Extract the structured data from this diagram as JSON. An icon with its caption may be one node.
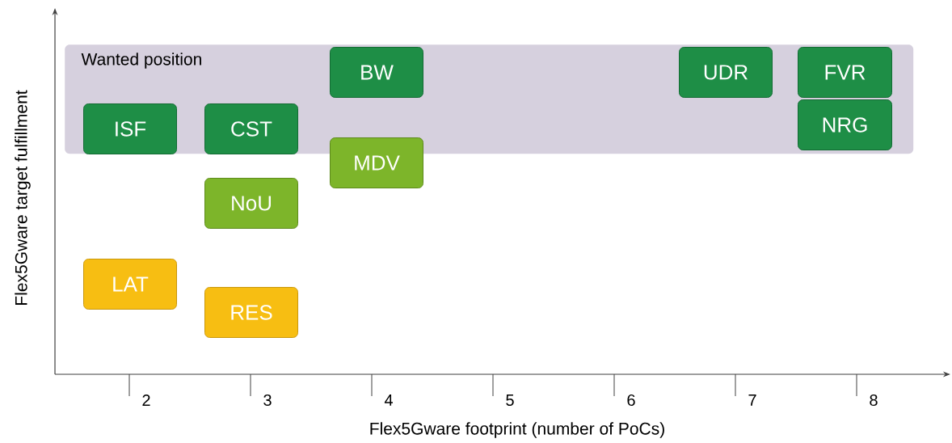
{
  "diagram": {
    "nodes": [
      {
        "text": [
          "Wanted position"
        ]
      },
      {
        "text": [
          "BW"
        ],
        "in": 0
      },
      {
        "text": [
          "UDR"
        ],
        "in": 0
      },
      {
        "text": [
          "FVR"
        ],
        "in": 0
      },
      {
        "text": [
          "ISF"
        ],
        "in": 0
      },
      {
        "text": [
          "CST"
        ],
        "in": 0
      },
      {
        "text": [
          "NRG"
        ],
        "in": 0
      },
      {
        "text": [
          "MDV"
        ]
      },
      {
        "text": [
          "NoU"
        ]
      },
      {
        "text": [
          "LAT"
        ]
      },
      {
        "text": [
          "RES"
        ]
      }
    ],
    "labels": [
      "Flex5Gware target fulfillment",
      "2",
      "3",
      "4",
      "5",
      "6",
      "7",
      "8",
      "Flex5Gware footprint (number of PoCs)"
    ]
  }
}
